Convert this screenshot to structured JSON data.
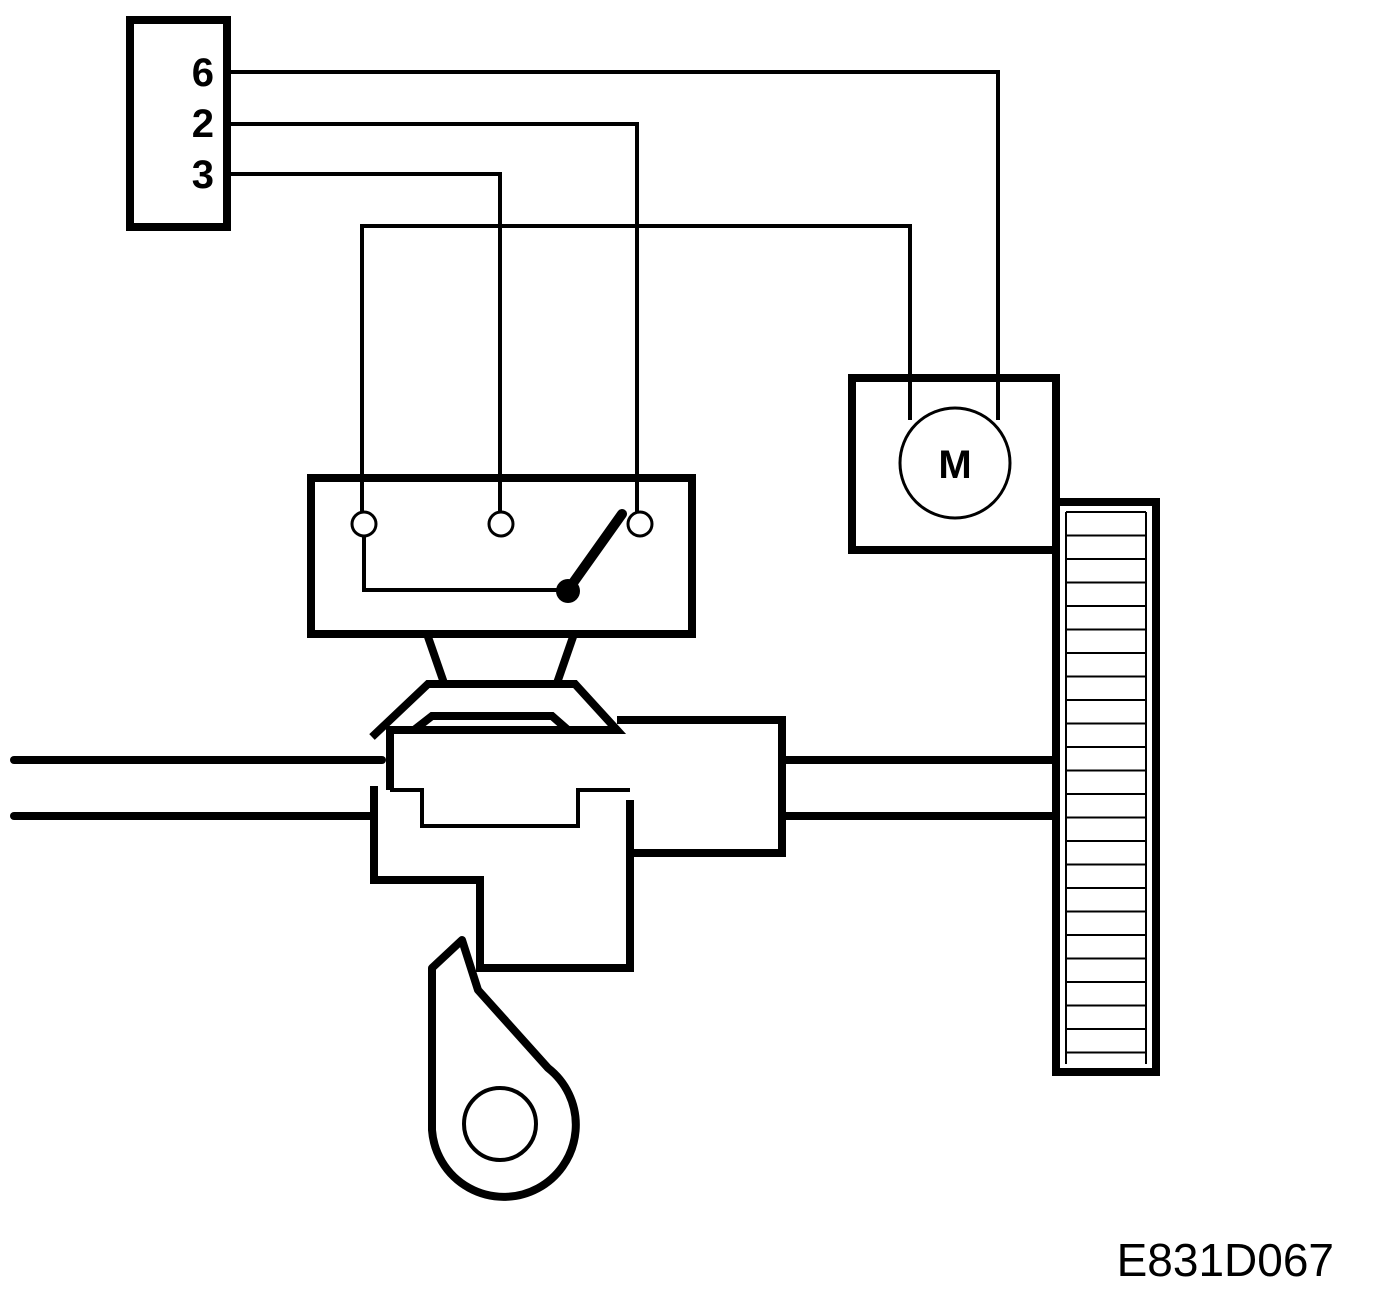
{
  "connector": {
    "pins": [
      "6",
      "2",
      "3"
    ]
  },
  "motor": {
    "label": "M"
  },
  "figure": {
    "code": "E831D067"
  },
  "colors": {
    "ink": "#000000",
    "background": "#ffffff"
  }
}
